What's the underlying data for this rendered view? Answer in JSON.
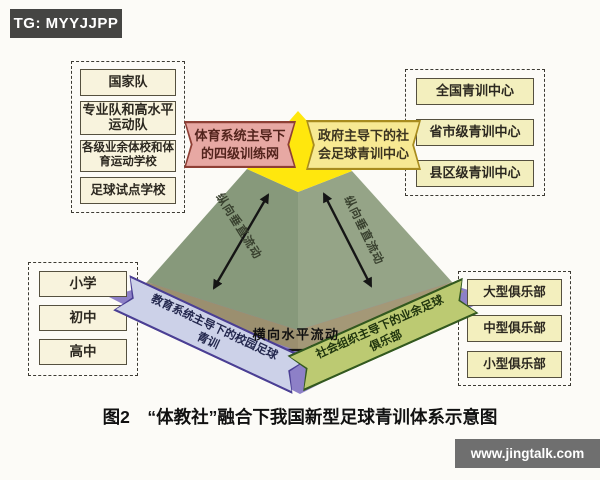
{
  "watermarks": {
    "tg": "TG: MYYJJPP",
    "site": "www.jingtalk.com"
  },
  "caption": "图2　“体教社”融合下我国新型足球青训体系示意图",
  "panels": {
    "sport_pathway": {
      "items": [
        "国家队",
        "专业队和高水平运动队",
        "各级业余体校和体育运动学校",
        "足球试点学校"
      ]
    },
    "gov_centers": {
      "items": [
        "全国青训中心",
        "省市级青训中心",
        "县区级青训中心"
      ]
    },
    "schools": {
      "items": [
        "小学",
        "初中",
        "高中"
      ]
    },
    "clubs": {
      "items": [
        "大型俱乐部",
        "中型俱乐部",
        "小型俱乐部"
      ]
    }
  },
  "ribbons": {
    "sport_system": "体育系统主导下的四级训练网",
    "government": "政府主导下的社会足球青训中心",
    "education_system": "教育系统主导下的校园足球青训",
    "social_org": "社会组织主导下的业余足球俱乐部"
  },
  "pyramid": {
    "left_face_flow": "纵向垂直流动",
    "right_face_flow": "纵向垂直流动",
    "base_flow": "横向水平流动"
  },
  "colors": {
    "pink_ribbon": "#e7a8a3",
    "yellow_ribbon": "#f7e993",
    "lavender_ribbon": "#ccd1e8",
    "olive_ribbon": "#bcca72",
    "pyramid_yellow": "#ffe70d",
    "face_green_left": "#87997b",
    "face_green_right": "#95a487",
    "base_tan": "#9b8f6f",
    "platform_purple": "#8d80c7",
    "box_cream": "#f8f3dd",
    "box_pale_yellow": "#f3efbe"
  }
}
